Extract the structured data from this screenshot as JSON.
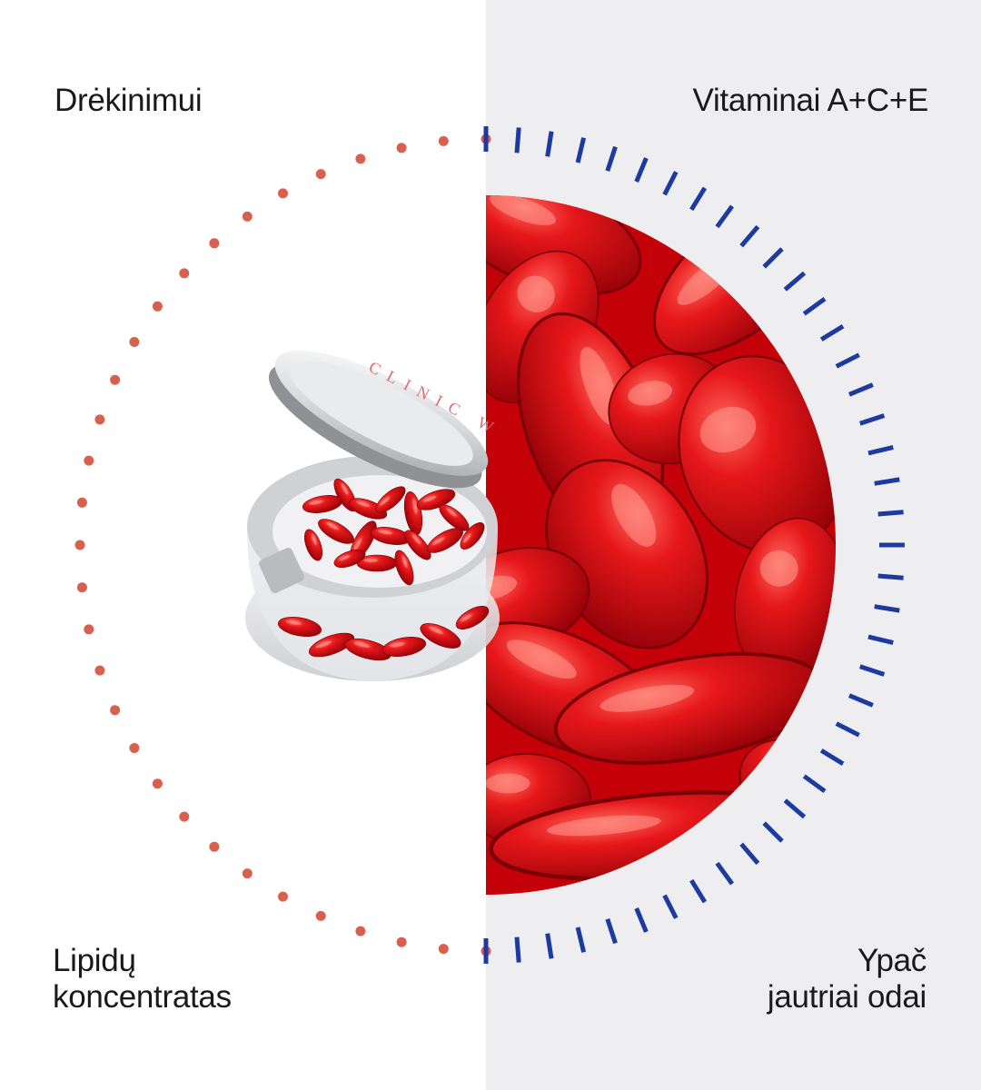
{
  "labels": {
    "top_left": "Drėkinimui",
    "top_right": "Vitaminai A+C+E",
    "bottom_left": [
      "Lipidų",
      "koncentratas"
    ],
    "bottom_right": [
      "Ypač",
      "jautriai odai"
    ]
  },
  "product": {
    "lid_text": "CLINIC W",
    "capsule_color": "#d80f12"
  },
  "colors": {
    "left_background": "#ffffff",
    "right_background": "#eeeef0",
    "dotted_circle": "#d9604f",
    "dashed_ticks": "#1d3a9e",
    "text": "#1a1a1a"
  }
}
